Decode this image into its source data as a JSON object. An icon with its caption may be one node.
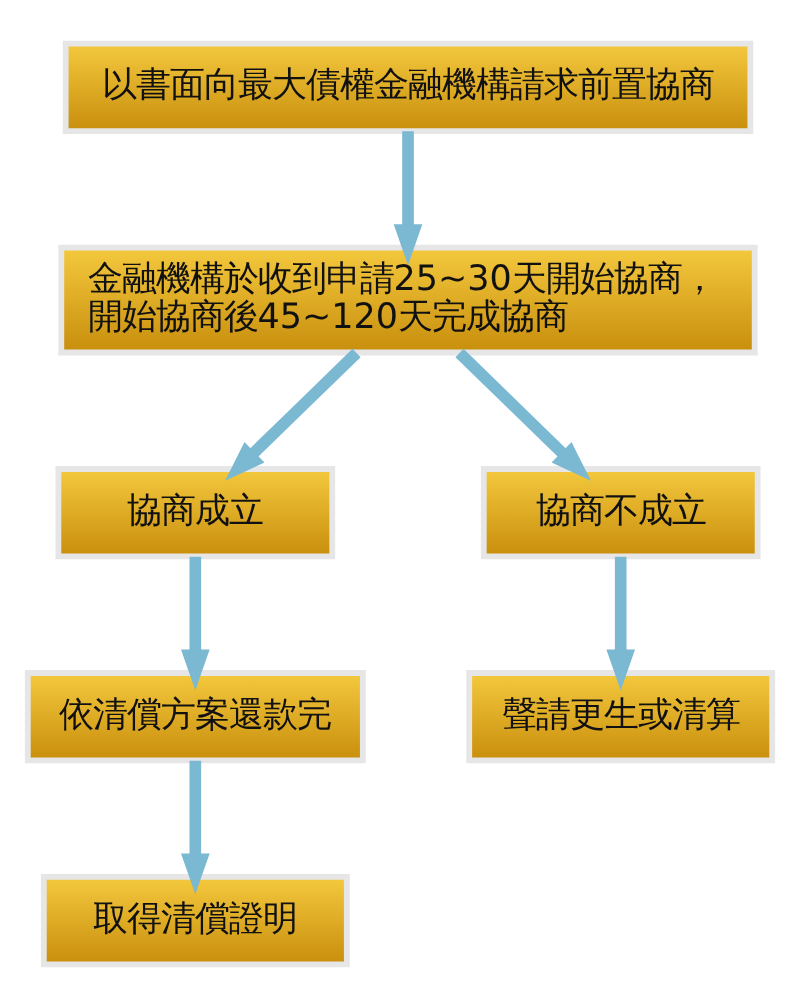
{
  "diagram": {
    "nodes": [
      {
        "text": [
          "以書面向最大債權金融機構請求前置協商"
        ]
      },
      {
        "text": [
          "金融機構於收到申請25~30天開始協商，開始協商後45~120天完成協商"
        ]
      },
      {
        "text": [
          "協商成立"
        ]
      },
      {
        "text": [
          "協商不成立"
        ]
      },
      {
        "text": [
          "依清償方案還款完"
        ]
      },
      {
        "text": [
          "聲請更生或清算"
        ]
      },
      {
        "text": [
          "取得清償證明"
        ]
      }
    ],
    "edges": [
      {
        "from": 0,
        "to": 1,
        "arrow": "to"
      },
      {
        "from": 1,
        "to": 2,
        "arrow": "to"
      },
      {
        "from": 1,
        "to": 3,
        "arrow": "to"
      },
      {
        "from": 2,
        "to": 4,
        "arrow": "to"
      },
      {
        "from": 3,
        "to": 5,
        "arrow": "to"
      },
      {
        "from": 4,
        "to": 6,
        "arrow": "to"
      }
    ]
  }
}
